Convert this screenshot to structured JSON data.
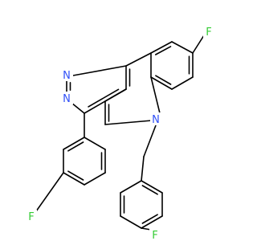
{
  "molecule": {
    "atoms": [
      {
        "id": "F1",
        "symbol": "F",
        "color": "#33CC33"
      },
      {
        "id": "F2",
        "symbol": "F",
        "color": "#33CC33"
      },
      {
        "id": "F3",
        "symbol": "F",
        "color": "#33CC33"
      },
      {
        "id": "N1",
        "symbol": "N",
        "color": "#3050F8"
      },
      {
        "id": "N2",
        "symbol": "N",
        "color": "#3050F8"
      },
      {
        "id": "N3",
        "symbol": "N",
        "color": "#3050F8"
      }
    ],
    "bond_color": "#000000",
    "background": "#FFFFFF"
  }
}
